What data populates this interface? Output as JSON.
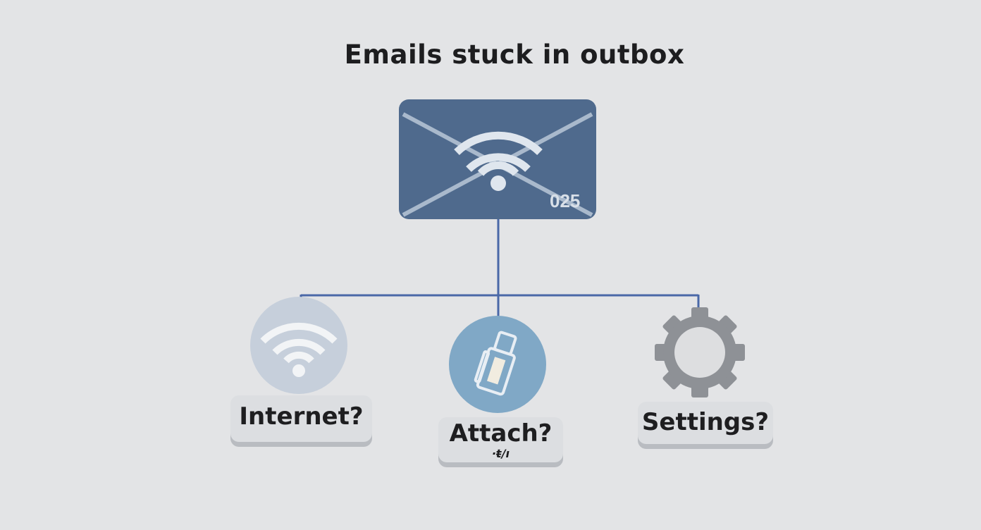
{
  "title": "Emails stuck in outbox",
  "envelope": {
    "badge": "025",
    "icon": "envelope-wifi-icon"
  },
  "branches": [
    {
      "label": "Internet?",
      "icon": "wifi-icon"
    },
    {
      "label": "Attach?",
      "sublabel": "·ŧ/ı",
      "icon": "usb-drive-icon"
    },
    {
      "label": "Settings?",
      "icon": "gear-icon"
    }
  ],
  "colors": {
    "background": "#e3e4e6",
    "envelope": "#4f6a8d",
    "connector": "#4a68a8",
    "wifi_circle": "#c6cfdb",
    "attach_circle": "#80a8c6",
    "gear": "#8e9196"
  }
}
